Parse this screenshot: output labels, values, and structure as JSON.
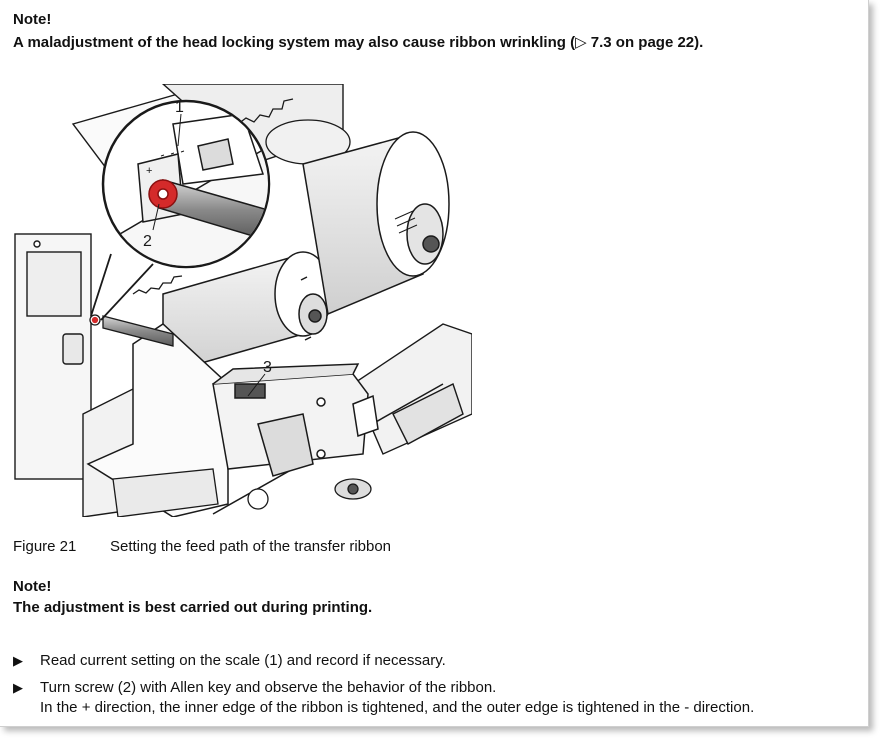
{
  "note1": {
    "title": "Note!",
    "text": "A maladjustment of the head locking system may also cause ribbon wrinkling (▷ 7.3 on page 22)."
  },
  "figure": {
    "callouts": [
      "1",
      "2",
      "3"
    ],
    "caption_number": "Figure 21",
    "caption_text": "Setting the feed path of the transfer ribbon"
  },
  "note2": {
    "title": "Note!",
    "text": "The adjustment is best carried out during printing."
  },
  "steps": [
    {
      "marker": "▶",
      "line1": "Read current setting on the scale (1) and record if necessary."
    },
    {
      "marker": "▶",
      "line1": "Turn screw (2) with Allen key and observe the behavior of the ribbon.",
      "line2": "In the + direction, the inner edge of the ribbon is tightened, and the outer edge is tightened in the - direction."
    }
  ],
  "colors": {
    "screw_highlight": "#d42a2a",
    "line_art": "#1a1a1a",
    "shading": "#8a8a8a"
  }
}
